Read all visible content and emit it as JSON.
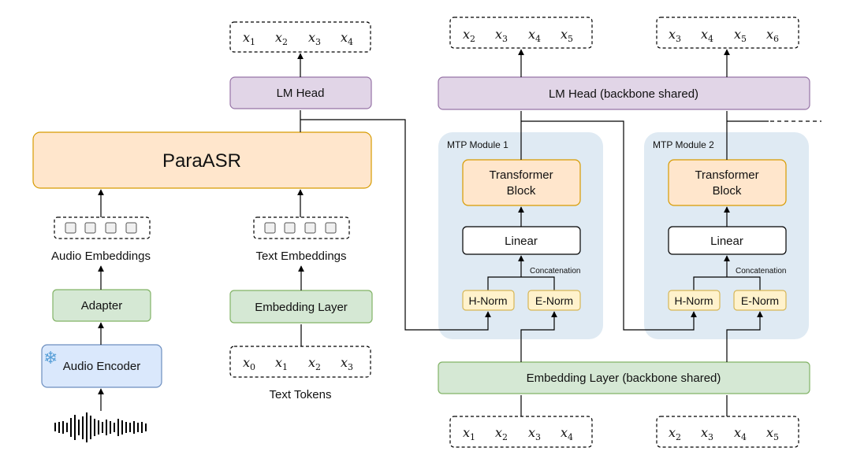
{
  "left": {
    "output_tokens": [
      {
        "base": "x",
        "sub": "1"
      },
      {
        "base": "x",
        "sub": "2"
      },
      {
        "base": "x",
        "sub": "3"
      },
      {
        "base": "x",
        "sub": "4"
      }
    ],
    "lm_head": "LM Head",
    "model": "ParaASR",
    "audio_embeddings_label": "Audio Embeddings",
    "text_embeddings_label": "Text Embeddings",
    "adapter": "Adapter",
    "audio_encoder": "Audio Encoder",
    "embedding_layer": "Embedding Layer",
    "input_tokens": [
      {
        "base": "x",
        "sub": "0"
      },
      {
        "base": "x",
        "sub": "1"
      },
      {
        "base": "x",
        "sub": "2"
      },
      {
        "base": "x",
        "sub": "3"
      }
    ],
    "text_tokens_label": "Text Tokens",
    "frozen_icon": "snowflake-icon",
    "waveform_icon": "waveform-icon"
  },
  "right": {
    "lm_head_shared": "LM Head (backbone shared)",
    "embedding_shared": "Embedding Layer (backbone shared)",
    "modules": [
      {
        "title": "MTP Module 1",
        "transformer_line1": "Transformer",
        "transformer_line2": "Block",
        "linear": "Linear",
        "concat": "Concatenation",
        "h_norm": "H-Norm",
        "e_norm": "E-Norm",
        "output_tokens": [
          {
            "base": "x",
            "sub": "2"
          },
          {
            "base": "x",
            "sub": "3"
          },
          {
            "base": "x",
            "sub": "4"
          },
          {
            "base": "x",
            "sub": "5"
          }
        ],
        "input_tokens": [
          {
            "base": "x",
            "sub": "1"
          },
          {
            "base": "x",
            "sub": "2"
          },
          {
            "base": "x",
            "sub": "3"
          },
          {
            "base": "x",
            "sub": "4"
          }
        ]
      },
      {
        "title": "MTP Module 2",
        "transformer_line1": "Transformer",
        "transformer_line2": "Block",
        "linear": "Linear",
        "concat": "Concatenation",
        "h_norm": "H-Norm",
        "e_norm": "E-Norm",
        "output_tokens": [
          {
            "base": "x",
            "sub": "3"
          },
          {
            "base": "x",
            "sub": "4"
          },
          {
            "base": "x",
            "sub": "5"
          },
          {
            "base": "x",
            "sub": "6"
          }
        ],
        "input_tokens": [
          {
            "base": "x",
            "sub": "2"
          },
          {
            "base": "x",
            "sub": "3"
          },
          {
            "base": "x",
            "sub": "4"
          },
          {
            "base": "x",
            "sub": "5"
          }
        ]
      }
    ]
  },
  "colors": {
    "lm_head_fill": "#e1d5e7",
    "lm_head_stroke": "#9673a6",
    "orange_fill": "#ffe6cc",
    "orange_stroke": "#d79b00",
    "green_fill": "#d5e8d4",
    "green_stroke": "#82b366",
    "blue_fill": "#dae8fc",
    "blue_stroke": "#6c8ebf",
    "norm_fill": "#fff2cc",
    "norm_stroke": "#d6b656",
    "module_bg": "#dfeaf3"
  }
}
